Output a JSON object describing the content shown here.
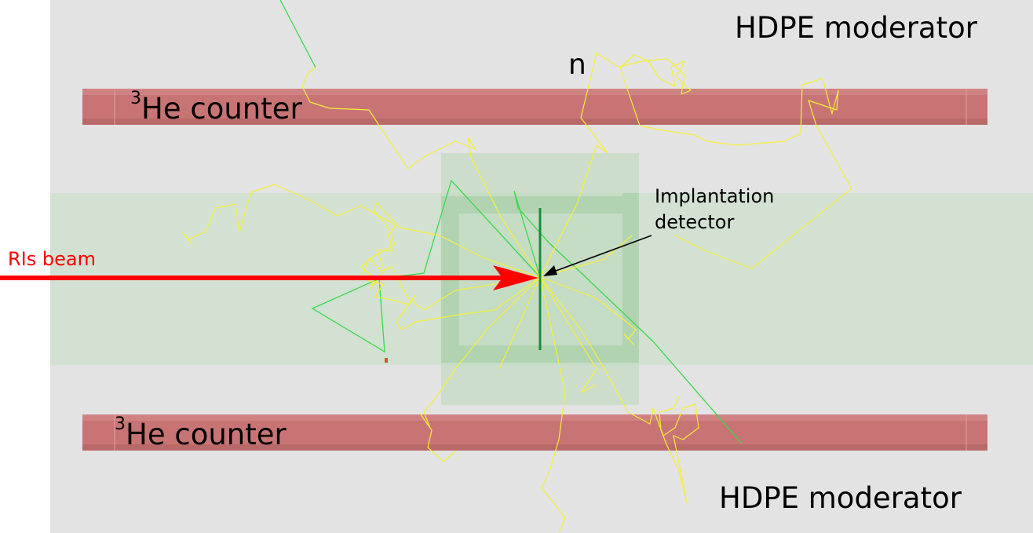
{
  "labels": {
    "moderator_top": "HDPE moderator",
    "moderator_bottom": "HDPE moderator",
    "neutron": "n",
    "counter_top_sup": "3",
    "counter_top": "He counter",
    "counter_bottom_sup": "3",
    "counter_bottom": "He counter",
    "detector_line1": "Implantation",
    "detector_line2": "detector",
    "beam": "RIs beam"
  },
  "colors": {
    "moderator": "#e3e3e3",
    "beamline_region": "#d2e1d2",
    "counter": "#c87474",
    "detector": "#1b8c3a",
    "beam_arrow": "#ff0000",
    "neutron_track": "#f5ef3a",
    "gamma_track": "#3ad84a"
  }
}
